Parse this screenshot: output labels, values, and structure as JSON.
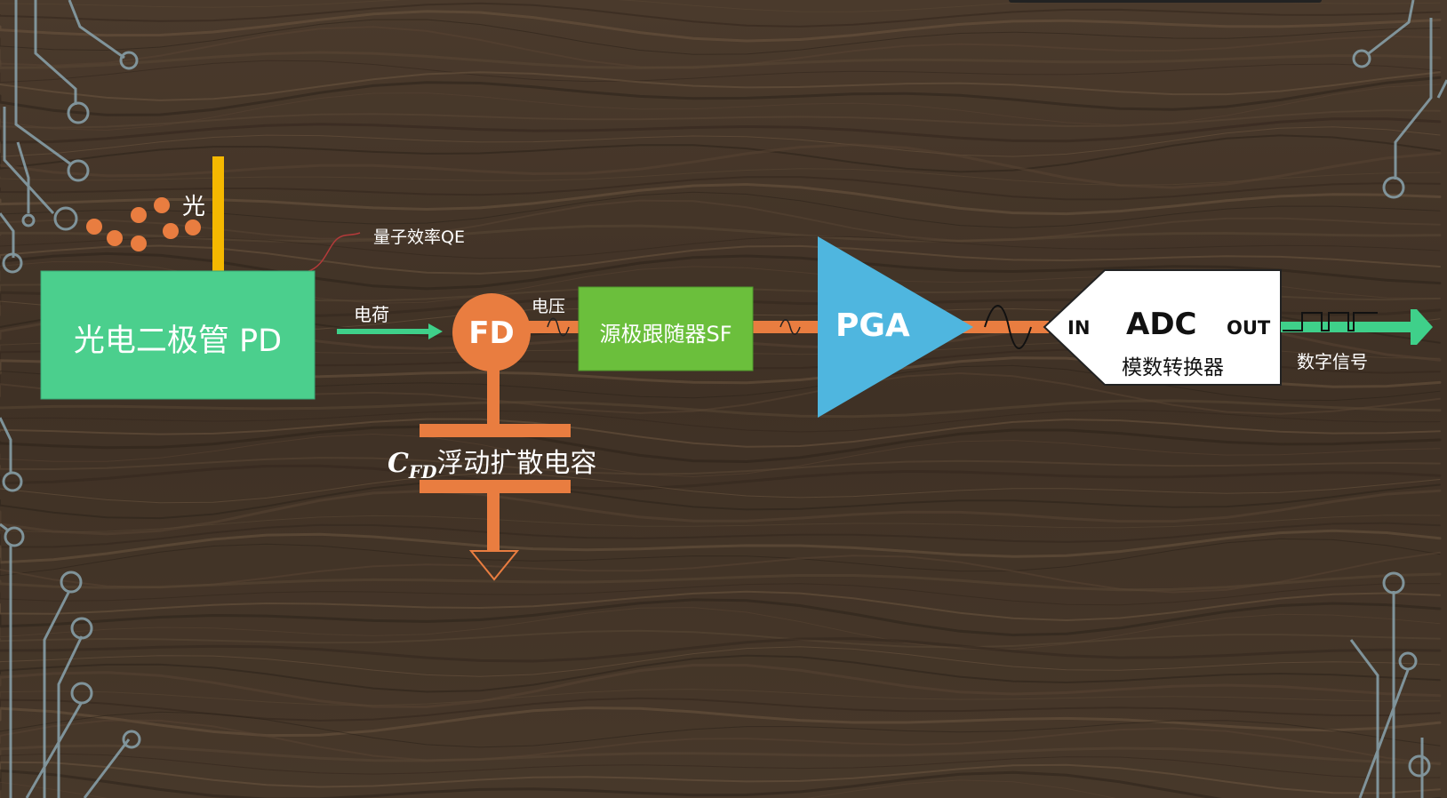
{
  "light_label": "光",
  "qe_label": "量子效率QE",
  "pd_label": "光电二极管 PD",
  "charge_label": "电荷",
  "fd_label": "FD",
  "voltage_label": "电压",
  "sf_label": "源极跟随器SF",
  "pga_label": "PGA",
  "adc": {
    "title": "ADC",
    "in_label": "IN",
    "out_label": "OUT",
    "subtitle": "模数转换器"
  },
  "digital_label": "数字信号",
  "cfd": {
    "symbol": "C",
    "subscript": "FD",
    "label": "浮动扩散电容"
  },
  "colors": {
    "pd_green": "#4bcf8d",
    "sf_green": "#6bbf3c",
    "orange": "#e97d40",
    "pga_blue": "#4fb6df",
    "light_yellow": "#f5b800",
    "arrow_green": "#3fd08a"
  }
}
